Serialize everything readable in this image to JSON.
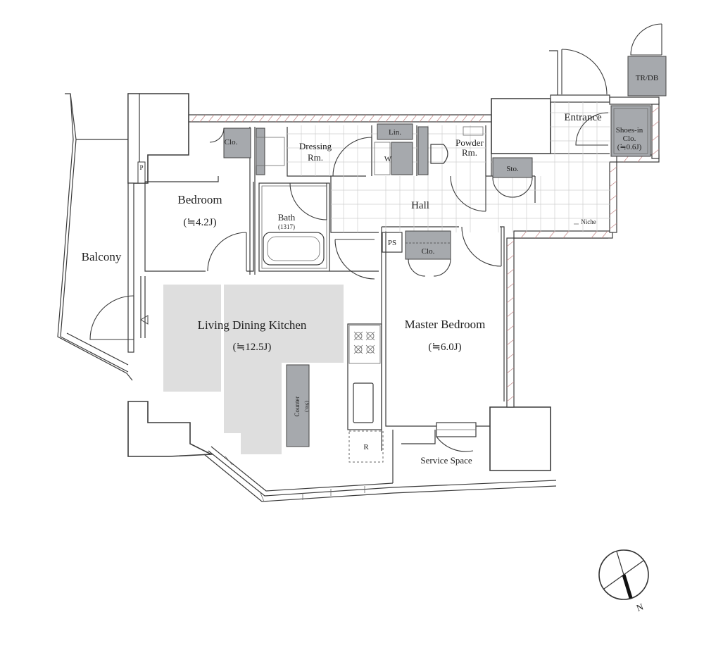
{
  "rooms": {
    "balcony": "Balcony",
    "bedroom": "Bedroom",
    "bedroom_area": "(≒4.2J)",
    "bath": "Bath",
    "bath_size": "(1317)",
    "dressing_1": "Dressing",
    "dressing_2": "Rm.",
    "powder_1": "Powder",
    "powder_2": "Rm.",
    "hall": "Hall",
    "entrance": "Entrance",
    "shoes_1": "Shoes-in",
    "shoes_2": "Clo.",
    "shoes_3": "(≒0.6J)",
    "trdb": "TR/DB",
    "ldk": "Living Dining Kitchen",
    "ldk_area": "(≒12.5J)",
    "master": "Master Bedroom",
    "master_area": "(≒6.0J)",
    "service_space": "Service Space"
  },
  "labels": {
    "clo_bedroom": "Clo.",
    "clo_master": "Clo.",
    "lin": "Lin.",
    "w": "W",
    "sto": "Sto.",
    "ps": "PS",
    "p": "P",
    "niche": "Niche",
    "counter": "Counter",
    "counter_sub": "(Sto.)",
    "r": "R"
  },
  "compass": {
    "north": "N"
  }
}
